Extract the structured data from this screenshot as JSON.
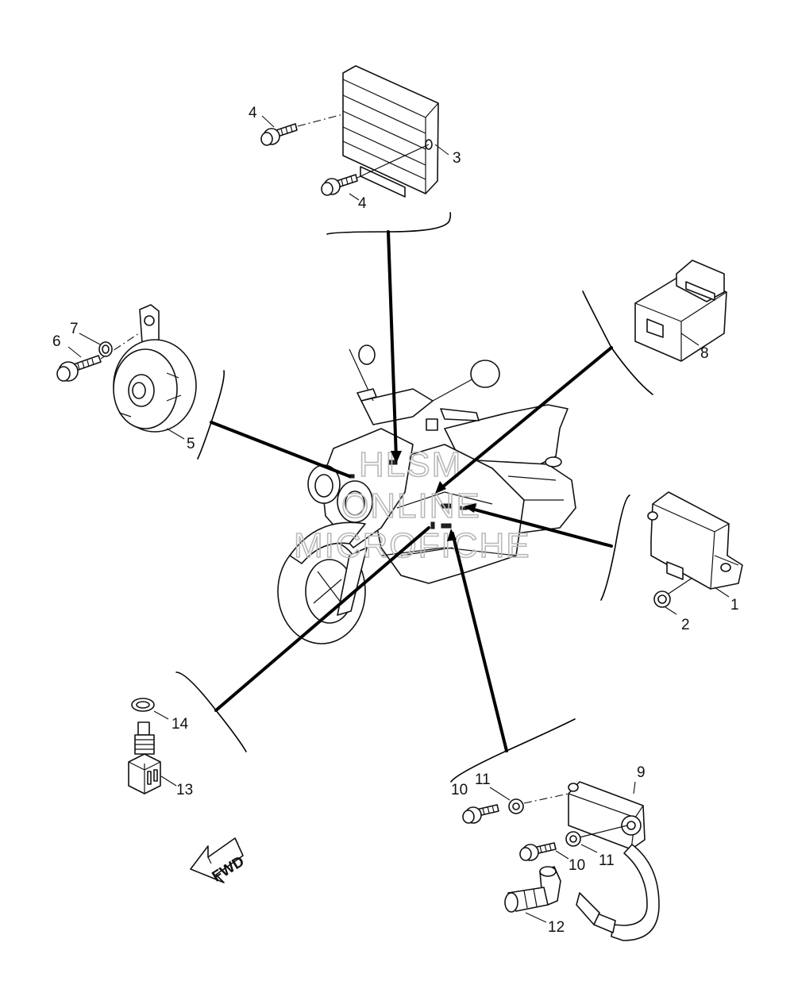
{
  "watermark": {
    "line1": "HLSM",
    "line2": "ONLINE",
    "line3": "MICROFICHE"
  },
  "fwd_label": "FWD",
  "callouts": [
    "1",
    "2",
    "3",
    "4",
    "4",
    "5",
    "6",
    "7",
    "8",
    "9",
    "10",
    "10",
    "11",
    "11",
    "12",
    "13",
    "14"
  ]
}
